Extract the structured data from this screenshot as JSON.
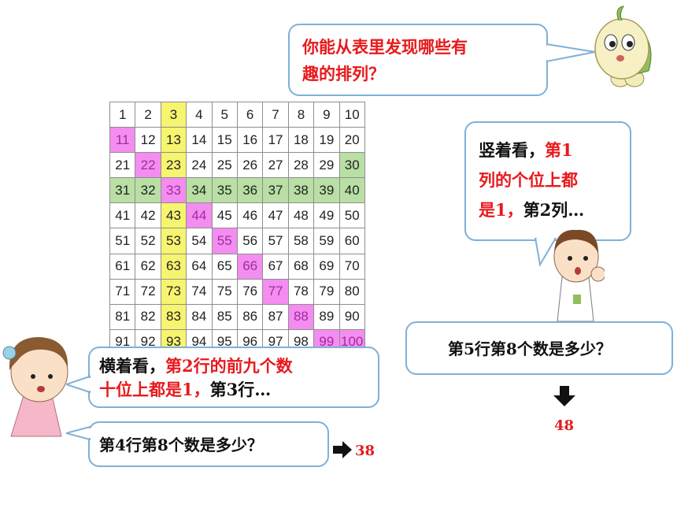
{
  "bubble_top": {
    "line1": "你能从表里发现哪些有",
    "line2": "趣的排列？"
  },
  "bubble_right": {
    "line1_black": "竖着看，",
    "line1_red": "第1",
    "line2_red": "列的个位上都",
    "line3_red": "是1，",
    "line3_black": "第2列…"
  },
  "bubble_q_right": {
    "text": "第5行第8个数是多少？"
  },
  "answer_right": "48",
  "bubble_left": {
    "line1_black": "横着看，",
    "line1_red": "第2行的前九个数",
    "line2_red": "十位上都是1，",
    "line2_black": "第3行…"
  },
  "bubble_q_left": {
    "text": "第4行第8个数是多少？"
  },
  "answer_left": "38",
  "grid": {
    "rows": [
      [
        "1",
        "2",
        "3",
        "4",
        "5",
        "6",
        "7",
        "8",
        "9",
        "10"
      ],
      [
        "11",
        "12",
        "13",
        "14",
        "15",
        "16",
        "17",
        "18",
        "19",
        "20"
      ],
      [
        "21",
        "22",
        "23",
        "24",
        "25",
        "26",
        "27",
        "28",
        "29",
        "30"
      ],
      [
        "31",
        "32",
        "33",
        "34",
        "35",
        "36",
        "37",
        "38",
        "39",
        "40"
      ],
      [
        "41",
        "42",
        "43",
        "44",
        "45",
        "46",
        "47",
        "48",
        "49",
        "50"
      ],
      [
        "51",
        "52",
        "53",
        "54",
        "55",
        "56",
        "57",
        "58",
        "59",
        "60"
      ],
      [
        "61",
        "62",
        "63",
        "64",
        "65",
        "66",
        "67",
        "68",
        "69",
        "70"
      ],
      [
        "71",
        "72",
        "73",
        "74",
        "75",
        "76",
        "77",
        "78",
        "79",
        "80"
      ],
      [
        "81",
        "82",
        "83",
        "84",
        "85",
        "86",
        "87",
        "88",
        "89",
        "90"
      ],
      [
        "91",
        "92",
        "93",
        "94",
        "95",
        "96",
        "97",
        "98",
        "99",
        "100"
      ]
    ],
    "yellow_column": 3,
    "green_row": 4,
    "green_cells_extra": [
      "30"
    ],
    "pink_diagonal": [
      "11",
      "22",
      "33",
      "44",
      "55",
      "66",
      "77",
      "88",
      "99",
      "100"
    ],
    "colors": {
      "yellow": "#f7f470",
      "green": "#b9dfa5",
      "pink": "#f38df0"
    }
  },
  "colors": {
    "red_text": "#e8191c",
    "bubble_border": "#7fb0d8"
  }
}
